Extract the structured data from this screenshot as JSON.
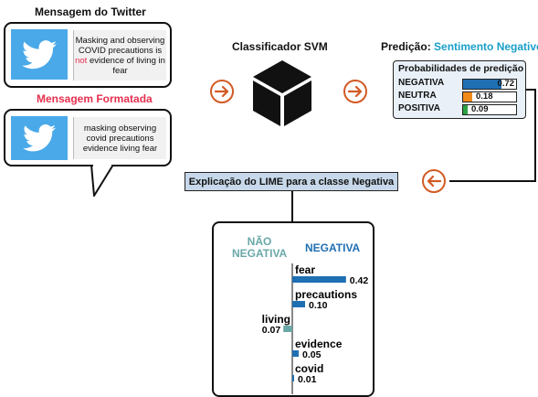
{
  "tweet": {
    "title": "Mensagem do Twitter",
    "text_part1": "Masking and observing COVID precautions is",
    "text_not": "not",
    "text_part2": "evidence of living in fear"
  },
  "formatted": {
    "title": "Mensagem  Formatada",
    "text": "masking observing covid precautions evidence living fear"
  },
  "classifier": {
    "title": "Classificador SVM"
  },
  "prediction": {
    "title_prefix": "Predição:",
    "title_sentiment": "Sentimento Negativo",
    "box_title": "Probabilidades de predição",
    "rows": [
      {
        "label": "NEGATIVA",
        "value": "0.72",
        "fraction": 0.72,
        "color": "#1f6fb3"
      },
      {
        "label": "NEUTRA",
        "value": "0.18",
        "fraction": 0.18,
        "color": "#f28a1a"
      },
      {
        "label": "POSITIVA",
        "value": "0.09",
        "fraction": 0.09,
        "color": "#2ea043"
      }
    ]
  },
  "lime": {
    "label": "Explicação do LIME para a classe Negativa",
    "col_not_negative": "NÃO NEGATIVA",
    "col_negative": "NEGATIVA",
    "features": [
      {
        "word": "fear",
        "value": "0.42",
        "weight": 0.42,
        "color": "#1f6fb3"
      },
      {
        "word": "precautions",
        "value": "0.10",
        "weight": 0.1,
        "color": "#1f6fb3"
      },
      {
        "word": "living",
        "value": "0.07",
        "weight": -0.07,
        "color": "#6aa8a8"
      },
      {
        "word": "evidence",
        "value": "0.05",
        "weight": 0.05,
        "color": "#1f6fb3"
      },
      {
        "word": "covid",
        "value": "0.01",
        "weight": 0.01,
        "color": "#1f6fb3"
      }
    ]
  },
  "icons": {
    "tweet_logo": "twitter-bird-icon",
    "svm_cube": "cube-icon",
    "arrow": "circle-arrow-icon"
  },
  "colors": {
    "accent_red": "#e5304f",
    "arrow_orange": "#d35a25",
    "sentiment_blue": "#1a9fc9"
  }
}
